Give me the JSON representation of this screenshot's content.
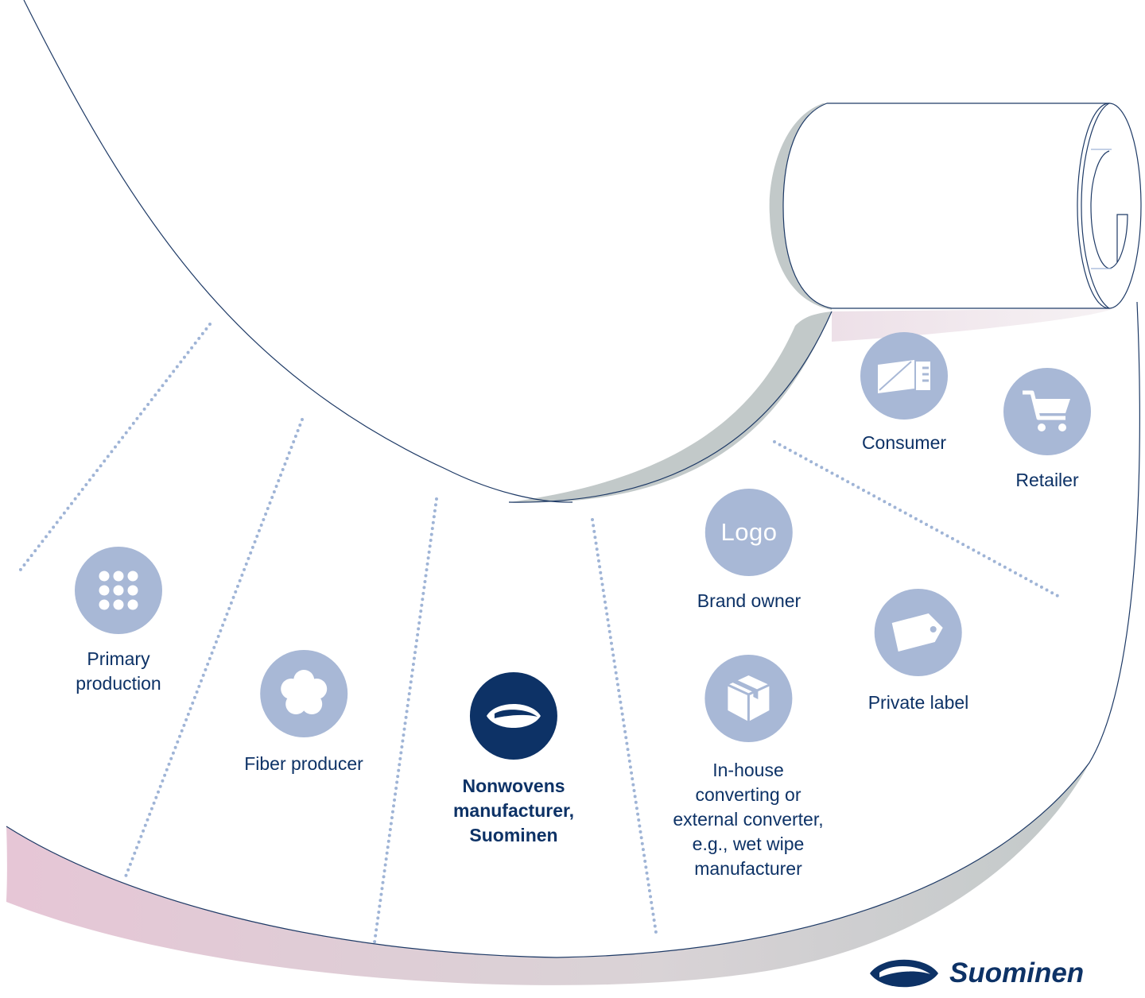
{
  "nodes": {
    "primary_production": {
      "label": "Primary\nproduction",
      "icon": "grid-dots-icon"
    },
    "fiber_producer": {
      "label": "Fiber producer",
      "icon": "cotton-flower-icon"
    },
    "nonwovens": {
      "label": "Nonwovens\nmanufacturer,\nSuominen",
      "icon": "suominen-eye-icon"
    },
    "brand_owner": {
      "label": "Brand owner",
      "icon": "logo-icon",
      "icon_text": "Logo"
    },
    "converter": {
      "label": "In-house\nconverting or\nexternal converter,\ne.g., wet wipe\nmanufacturer",
      "icon": "package-box-icon"
    },
    "private_label": {
      "label": "Private label",
      "icon": "price-tag-icon"
    },
    "consumer": {
      "label": "Consumer",
      "icon": "wipes-pack-icon"
    },
    "retailer": {
      "label": "Retailer",
      "icon": "shopping-cart-icon"
    }
  },
  "brand": {
    "name": "Suominen"
  },
  "colors": {
    "navy": "#0d3266",
    "icon_fill": "#a8b8d6",
    "outline": "#1e3a66",
    "dots": "#9fb4d6",
    "shadow_grey": "#c2c9c9",
    "shadow_pink": "#e6c6d6"
  }
}
